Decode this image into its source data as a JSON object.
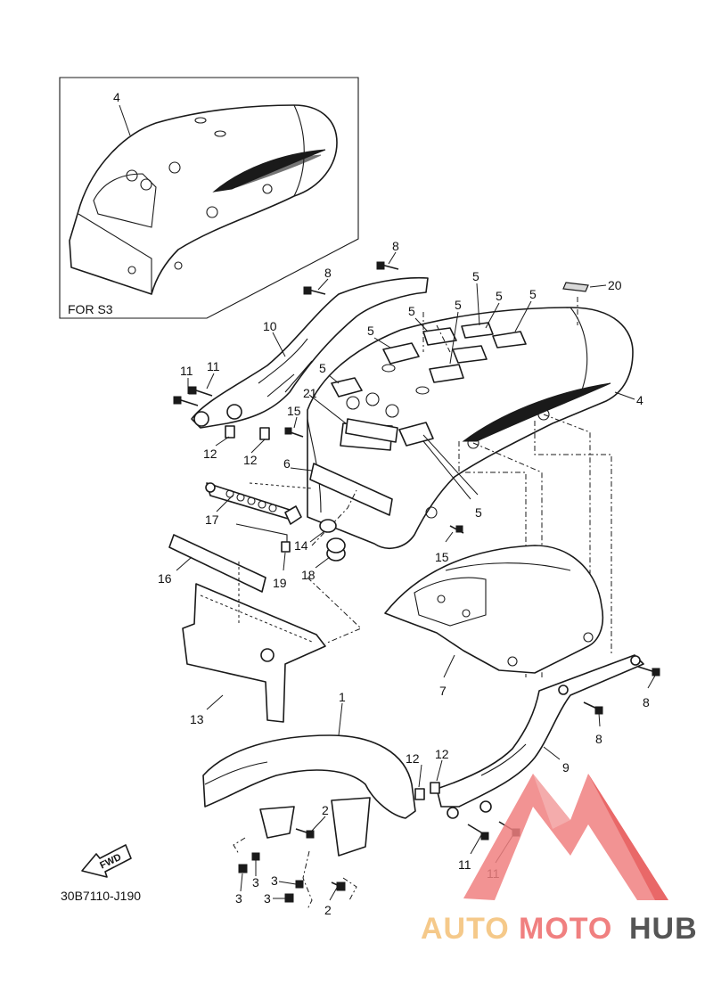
{
  "inset": {
    "caption": "FOR S3",
    "callout": "4"
  },
  "diagram_code": "30B7110-J190",
  "fwd_label": "FWD",
  "callouts": {
    "c1": "1",
    "c2a": "2",
    "c2b": "2",
    "c3a": "3",
    "c3b": "3",
    "c3c": "3",
    "c3d": "3",
    "c4": "4",
    "c5a": "5",
    "c5b": "5",
    "c5c": "5",
    "c5d": "5",
    "c5e": "5",
    "c5f": "5",
    "c5g": "5",
    "c5h": "5",
    "c6": "6",
    "c7": "7",
    "c8a": "8",
    "c8b": "8",
    "c8c": "8",
    "c8d": "8",
    "c9": "9",
    "c10": "10",
    "c11a": "11",
    "c11b": "11",
    "c11c": "11",
    "c11d": "11",
    "c12a": "12",
    "c12b": "12",
    "c12c": "12",
    "c12d": "12",
    "c13": "13",
    "c14": "14",
    "c15a": "15",
    "c15b": "15",
    "c16": "16",
    "c17": "17",
    "c18": "18",
    "c19": "19",
    "c20": "20",
    "c21": "21"
  },
  "watermark": {
    "part1": "AUTO",
    "part2": "MOTO",
    "part3": "HUB",
    "color_main": "#f08080",
    "color_light": "#f5c98a",
    "color_dark": "#555555"
  }
}
